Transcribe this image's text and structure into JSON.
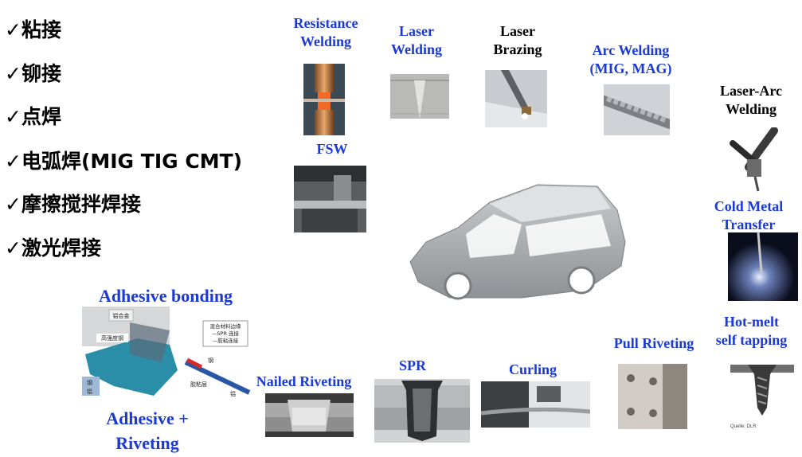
{
  "methods_cn": [
    {
      "check": "✓",
      "label": "粘接"
    },
    {
      "check": "✓",
      "label": "铆接"
    },
    {
      "check": "✓",
      "label": "点焊"
    },
    {
      "check": "✓",
      "label": "电弧焊(MIG TIG CMT)"
    },
    {
      "check": "✓",
      "label": "摩擦搅拌焊接"
    },
    {
      "check": "✓",
      "label": "激光焊接"
    }
  ],
  "labels": {
    "resistance_welding": [
      "Resistance",
      "Welding"
    ],
    "laser_welding": [
      "Laser",
      "Welding"
    ],
    "laser_brazing": [
      "Laser",
      "Brazing"
    ],
    "arc_welding": [
      "Arc Welding",
      "(MIG, MAG)"
    ],
    "laser_arc_welding": [
      "Laser-Arc",
      "Welding"
    ],
    "fsw": "FSW",
    "cold_metal_transfer": [
      "Cold Metal",
      "Transfer"
    ],
    "adhesive_bonding": "Adhesive  bonding",
    "adhesive_riveting": [
      "Adhesive +",
      "Riveting"
    ],
    "nailed_riveting": "Nailed Riveting",
    "spr": "SPR",
    "curling": "Curling",
    "pull_riveting": "Pull Riveting",
    "hot_melt": [
      "Hot-melt",
      "self tapping"
    ]
  },
  "diagram_text": {
    "aluminum_alloy": "铝合金",
    "high_strength_steel": "高强度钢",
    "mixed_material_box": [
      "混合材料边缘",
      "—SPR 连接",
      "—胶粘连接"
    ],
    "steel": "钢",
    "aluminum": "铝",
    "glue_layer": "胶粘层",
    "steel_small": "钢",
    "aluminum_small": "铝"
  },
  "image_credit": "Quelle: DLR",
  "colors": {
    "accent_blue": "#1a39d6",
    "text_black": "#000000"
  }
}
